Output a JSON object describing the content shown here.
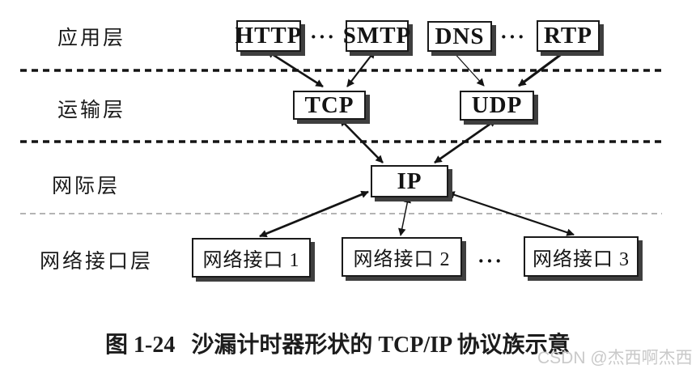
{
  "diagram": {
    "layers": [
      {
        "label": "应用层"
      },
      {
        "label": "运输层"
      },
      {
        "label": "网际层"
      },
      {
        "label": "网络接口层"
      }
    ],
    "app_boxes": [
      {
        "label": "HTTP"
      },
      {
        "label": "SMTP"
      },
      {
        "label": "DNS"
      },
      {
        "label": "RTP"
      }
    ],
    "transport_boxes": [
      {
        "label": "TCP"
      },
      {
        "label": "UDP"
      }
    ],
    "internet_box": {
      "label": "IP"
    },
    "interface_boxes": [
      {
        "label": "网络接口 1"
      },
      {
        "label": "网络接口 2"
      },
      {
        "label": "网络接口 3"
      }
    ],
    "ellipsis": "···"
  },
  "caption": {
    "figure_no": "图 1-24",
    "text": "沙漏计时器形状的 TCP/IP 协议族示意"
  },
  "watermark": "CSDN @杰西啊杰西",
  "colors": {
    "ink": "#141414",
    "box_shadow": "#3f3f3f",
    "light_divider": "#9b9b9b",
    "watermark": "#c9c9c9",
    "background": "#ffffff"
  }
}
